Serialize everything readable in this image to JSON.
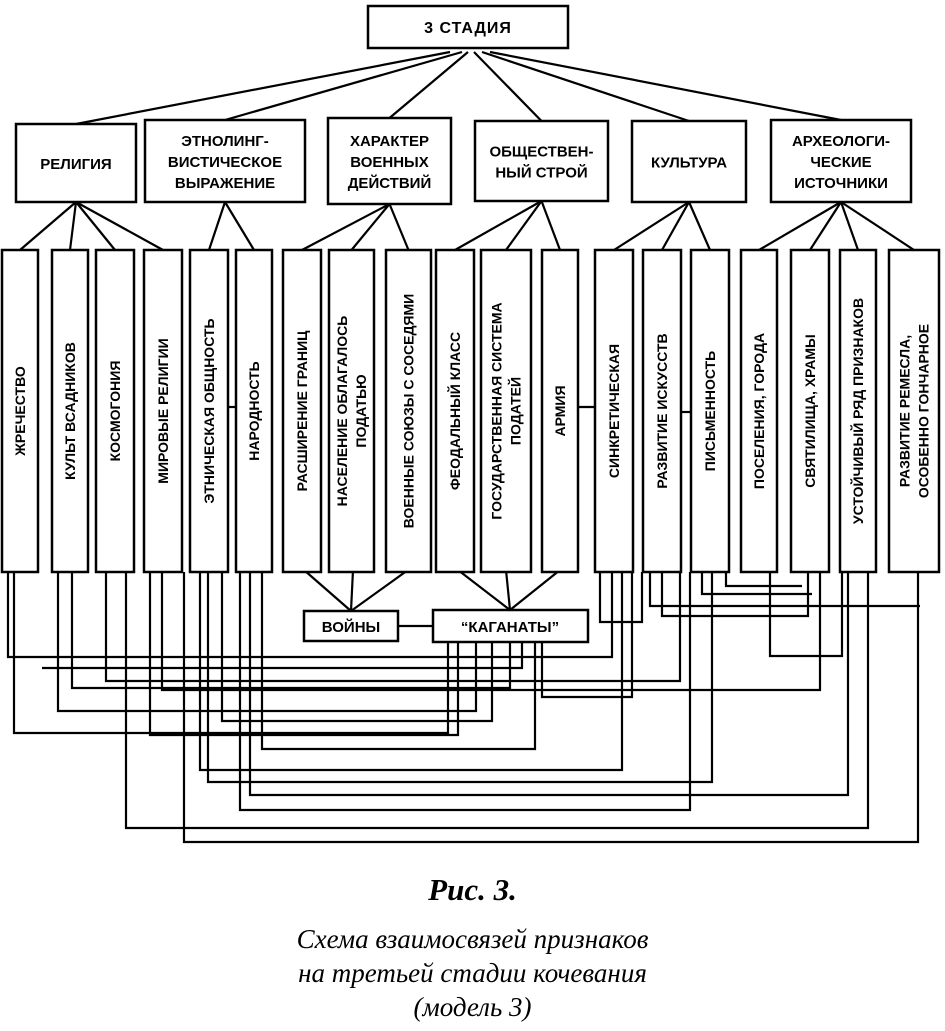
{
  "root": "3 СТАДИЯ",
  "categories": [
    {
      "lines": [
        "РЕЛИГИЯ"
      ]
    },
    {
      "lines": [
        "ЭТНОЛИНГ-",
        "ВИСТИЧЕСКОЕ",
        "ВЫРАЖЕНИЕ"
      ]
    },
    {
      "lines": [
        "ХАРАКТЕР",
        "ВОЕННЫХ",
        "ДЕЙСТВИЙ"
      ]
    },
    {
      "lines": [
        "ОБЩЕСТВЕН-",
        "НЫЙ СТРОЙ"
      ]
    },
    {
      "lines": [
        "КУЛЬТУРА"
      ]
    },
    {
      "lines": [
        "АРХЕОЛОГИ-",
        "ЧЕСКИЕ",
        "ИСТОЧНИКИ"
      ]
    }
  ],
  "features": [
    {
      "lines": [
        "ЖРЕЧЕСТВО"
      ]
    },
    {
      "lines": [
        "КУЛЬТ ВСАДНИКОВ"
      ]
    },
    {
      "lines": [
        "КОСМОГОНИЯ"
      ]
    },
    {
      "lines": [
        "МИРОВЫЕ РЕЛИГИИ"
      ]
    },
    {
      "lines": [
        "ЭТНИЧЕСКАЯ ОБЩНОСТЬ"
      ]
    },
    {
      "lines": [
        "НАРОДНОСТЬ"
      ]
    },
    {
      "lines": [
        "РАСШИРЕНИЕ ГРАНИЦ"
      ]
    },
    {
      "lines": [
        "НАСЕЛЕНИЕ ОБЛАГАЛОСЬ",
        "ПОДАТЬЮ"
      ]
    },
    {
      "lines": [
        "ВОЕННЫЕ СОЮЗЫ С СОСЕДЯМИ"
      ]
    },
    {
      "lines": [
        "ФЕОДАЛЬНЫЙ КЛАСС"
      ]
    },
    {
      "lines": [
        "ГОСУДАРСТВЕННАЯ СИСТЕМА",
        "ПОДАТЕЙ"
      ]
    },
    {
      "lines": [
        "АРМИЯ"
      ]
    },
    {
      "lines": [
        "СИНКРЕТИЧЕСКАЯ"
      ]
    },
    {
      "lines": [
        "РАЗВИТИЕ ИСКУССТВ"
      ]
    },
    {
      "lines": [
        "ПИСЬМЕННОСТЬ"
      ]
    },
    {
      "lines": [
        "ПОСЕЛЕНИЯ, ГОРОДА"
      ]
    },
    {
      "lines": [
        "СВЯТИЛИЩА, ХРАМЫ"
      ]
    },
    {
      "lines": [
        "УСТОЙЧИВЫЙ РЯД ПРИЗНАКОВ"
      ]
    },
    {
      "lines": [
        "РАЗВИТИЕ РЕМЕСЛА,",
        "ОСОБЕННО ГОНЧАРНОЕ"
      ]
    }
  ],
  "outcomes": {
    "wars": "ВОЙНЫ",
    "khaganates": "“КАГАНАТЫ”"
  },
  "caption": {
    "title": "Рис.  3.",
    "line1": "Схема взаимосвязей признаков",
    "line2": "на третьей стадии кочевания",
    "line3": "(модель 3)"
  }
}
